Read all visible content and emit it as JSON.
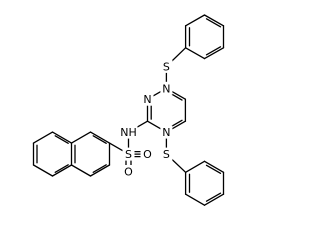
{
  "molecule": {
    "atoms": {
      "n_ring_top": "N",
      "n_ring_left": "N",
      "n_ring_bottom": "N",
      "s_top": "S",
      "s_bottom": "S",
      "nh_label": "NH",
      "s_sulfonyl": "S",
      "o_left": "O",
      "o_right": "O"
    }
  }
}
